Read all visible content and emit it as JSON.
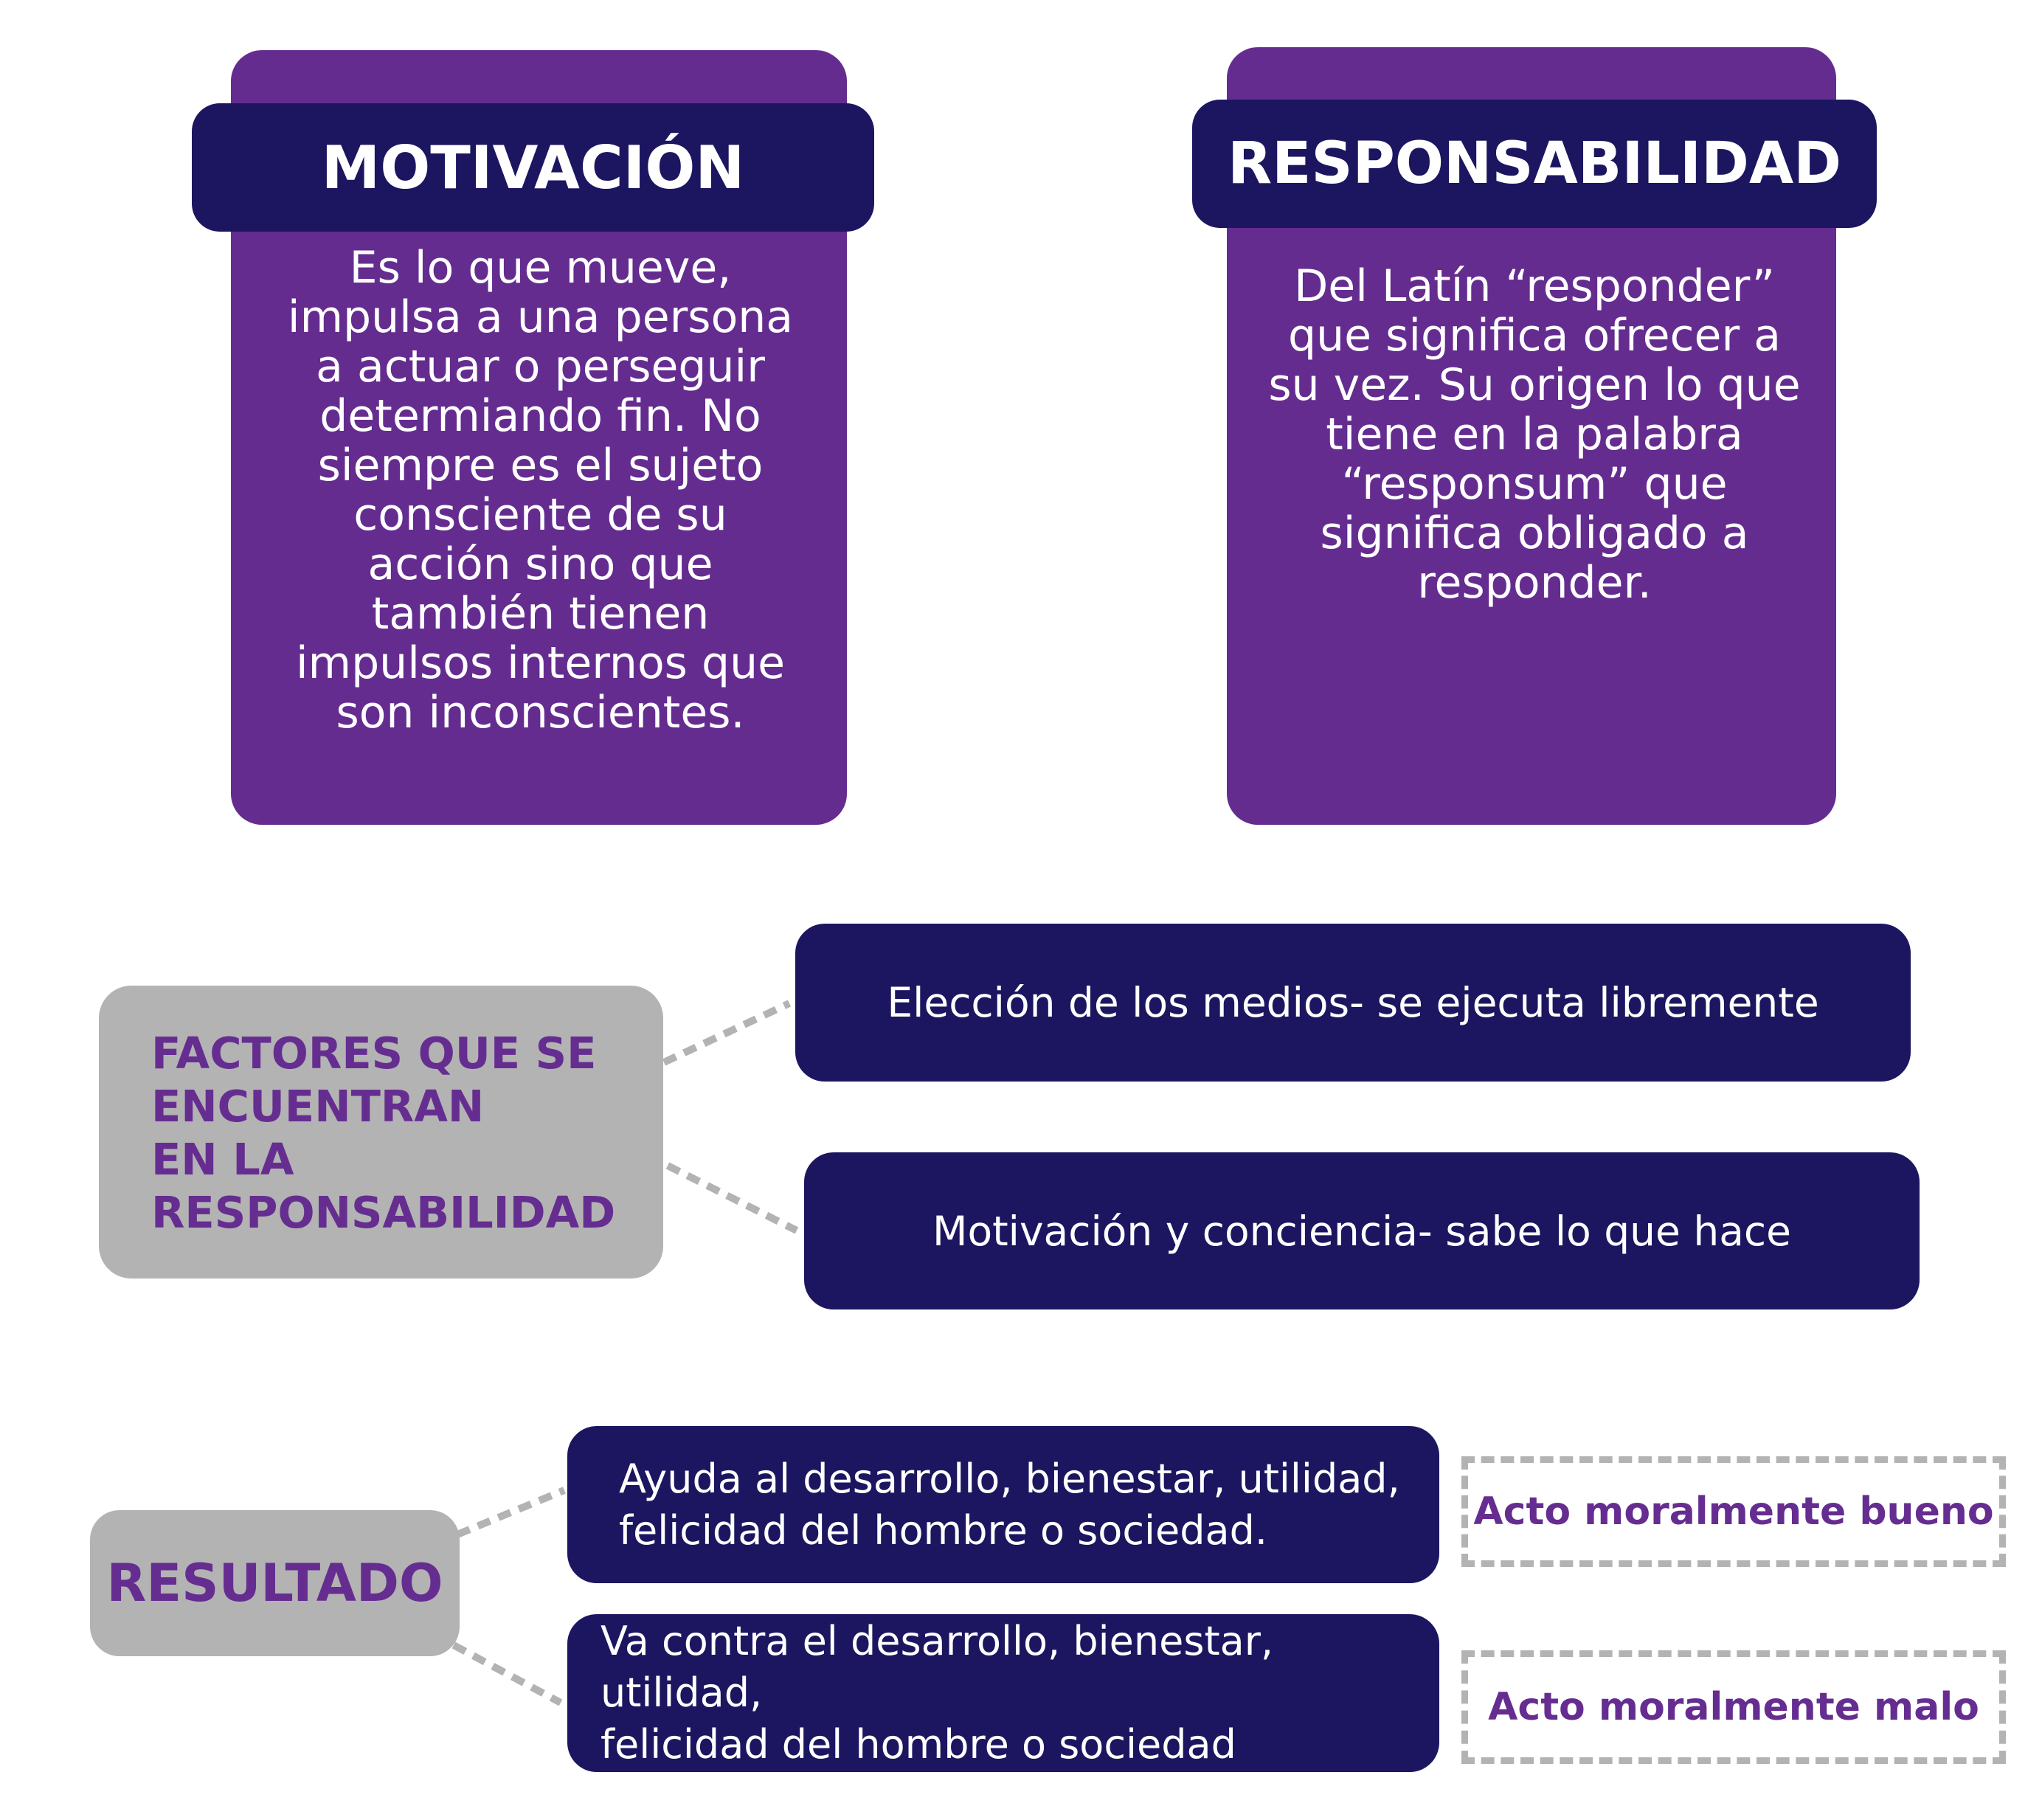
{
  "colors": {
    "card_purple": "#652c90",
    "navy": "#1c1660",
    "gray": "#b3b3b3",
    "accent_purple": "#662d91",
    "text_white": "#ffffff"
  },
  "motivacion": {
    "title": "MOTIVACIÓN",
    "body": "Es lo que mueve, impulsa a una persona a actuar o perseguir determiando fin. No siempre es el sujeto consciente de su acción sino que también tienen impulsos internos que son inconscientes."
  },
  "responsabilidad": {
    "title": "RESPONSABILIDAD",
    "body": "Del Latín “responder” que significa ofrecer a su vez. Su origen lo que tiene en la palabra “responsum” que significa obligado a responder."
  },
  "factores": {
    "title": "FACTORES QUE SE\nENCUENTRAN\nEN LA\nRESPONSABILIDAD",
    "items": [
      "Elección de los medios- se ejecuta libremente",
      "Motivación y conciencia- sabe lo que hace"
    ]
  },
  "resultado": {
    "title": "RESULTADO",
    "items": [
      {
        "text": "Ayuda al desarrollo, bienestar, utilidad,\nfelicidad del hombre o sociedad.",
        "outcome": "Acto moralmente bueno"
      },
      {
        "text": "Va contra el desarrollo, bienestar, utilidad,\nfelicidad del hombre o sociedad",
        "outcome": "Acto moralmente malo"
      }
    ]
  }
}
